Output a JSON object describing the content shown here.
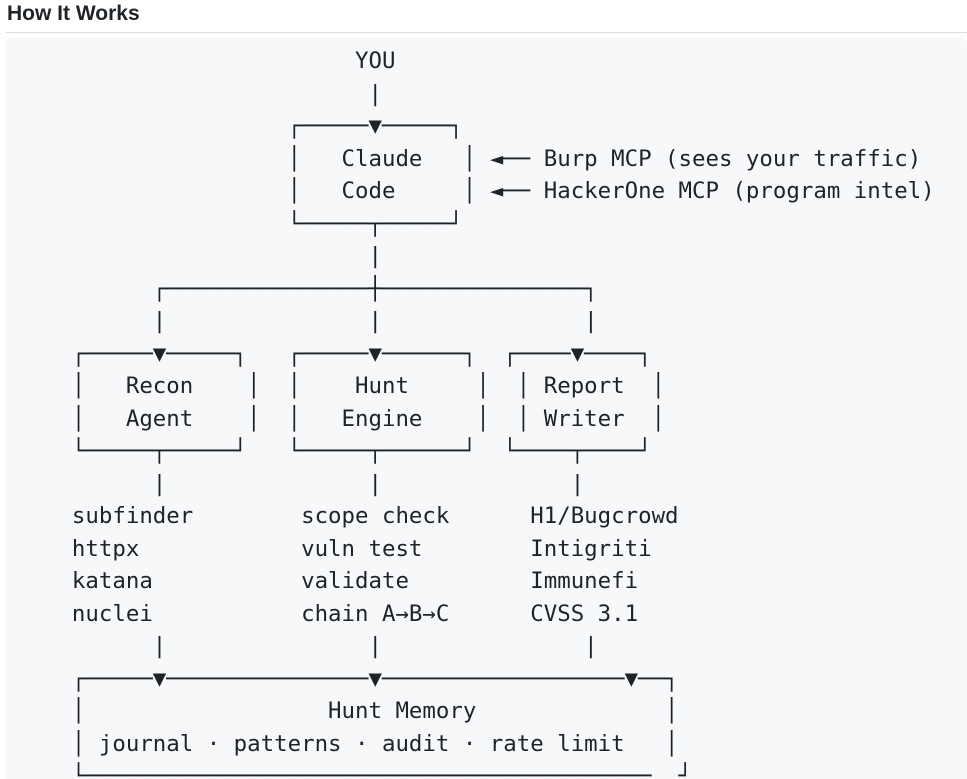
{
  "header": {
    "title": "How It Works"
  },
  "colors": {
    "page_background": "#ffffff",
    "code_background": "#f6f8fa",
    "text": "#1f2328",
    "divider": "#d8dee4"
  },
  "diagram": {
    "nodes": [
      "YOU",
      "Claude Code",
      "Recon Agent",
      "Hunt Engine",
      "Report Writer",
      "Hunt Memory"
    ],
    "annotations": [
      "Burp MCP (sees your traffic)",
      "HackerOne MCP (program intel)"
    ],
    "recon_tools": [
      "subfinder",
      "httpx",
      "katana",
      "nuclei"
    ],
    "hunt_steps": [
      "scope check",
      "vuln test",
      "validate",
      "chain A→B→C"
    ],
    "report_targets": [
      "H1/Bugcrowd",
      "Intigriti",
      "Immunefi",
      "CVSS 3.1"
    ],
    "memory_features": "journal · patterns · audit · rate limit",
    "lines": [
      "                         YOU",
      "                          |",
      "                    ┌─────▼─────┐",
      "                    │   Claude   │ ◄── Burp MCP (sees your traffic)",
      "                    │   Code     │ ◄── HackerOne MCP (program intel)",
      "                    └─────┬─────┘",
      "                          |",
      "          ┌───────────────┼───────────────┐",
      "          |               |               |",
      "    ┌─────▼─────┐   ┌─────▼──────┐  ┌────▼────┐",
      "    │   Recon    │  │    Hunt     │  │ Report  │",
      "    │   Agent    │  │   Engine    │  │ Writer  │",
      "    └─────┬─────┘   └─────┬──────┘  └────┬────┘",
      "          |               |              |",
      "    subfinder        scope check      H1/Bugcrowd",
      "    httpx            vuln test        Intigriti",
      "    katana           validate         Immunefi",
      "    nuclei           chain A→B→C      CVSS 3.1",
      "          |               |               |",
      "    ┌─────▼───────────────▼──────────────────▼──┐",
      "    │                  Hunt Memory              │",
      "    │ journal · patterns · audit · rate limit   │",
      "    └──────────────────────────────────────────_ ┘"
    ]
  }
}
